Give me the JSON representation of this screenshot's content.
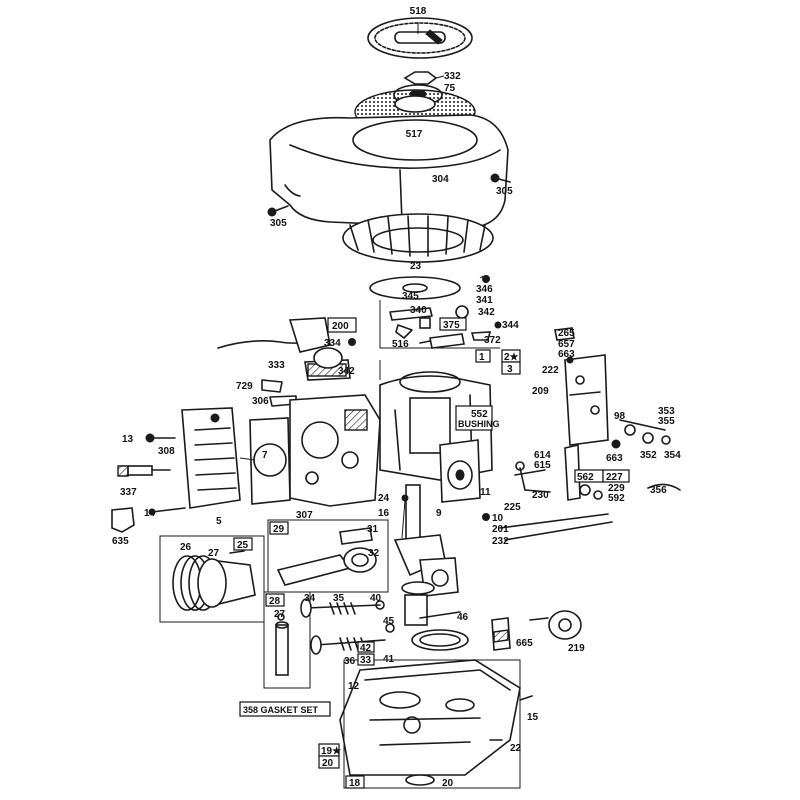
{
  "parts": {
    "p518": "518",
    "p332": "332",
    "p75": "75",
    "p517": "517",
    "p304": "304",
    "p305a": "305",
    "p305b": "305",
    "p23": "23",
    "p346": "346",
    "p345": "345",
    "p341": "341",
    "p342a": "342",
    "p340": "340",
    "p375": "375",
    "p344": "344",
    "p516": "516",
    "p372": "372",
    "p200": "200",
    "p334": "334",
    "p333": "333",
    "p342b": "342",
    "p729": "729",
    "p306": "306",
    "p1": "1",
    "p2": "2★",
    "p3": "3",
    "p265": "265",
    "p657": "657",
    "p663a": "663",
    "p222": "222",
    "p209": "209",
    "p98": "98",
    "p353": "353",
    "p355": "355",
    "p352": "352",
    "p354": "354",
    "p663b": "663",
    "p13": "13",
    "p308": "308",
    "p7": "7",
    "p552": "552",
    "bushing": "BUSHING",
    "p614": "614",
    "p615": "615",
    "p562": "562",
    "p227": "227",
    "p229": "229",
    "p592": "592",
    "p356": "356",
    "p337": "337",
    "p230": "230",
    "p11": "11",
    "p24": "24",
    "p16": "16",
    "p225": "225",
    "p9": "9",
    "p10": "10",
    "p201": "201",
    "p232": "232",
    "p14": "14",
    "p5": "5",
    "p307": "307",
    "p635": "635",
    "p29": "29",
    "p31": "31",
    "p32": "32",
    "p25": "25",
    "p26": "26",
    "p27a": "27",
    "p28": "28",
    "p27b": "27",
    "p34": "34",
    "p35": "35",
    "p40": "40",
    "p45": "45",
    "p46": "46",
    "p42": "42",
    "p33": "33",
    "p36": "36",
    "p41": "41",
    "p665": "665",
    "p219": "219",
    "p12": "12",
    "p15": "15",
    "gasket": "358 GASKET SET",
    "p19": "19★",
    "p20a": "20",
    "p18": "18",
    "p20b": "20",
    "p22": "22"
  }
}
